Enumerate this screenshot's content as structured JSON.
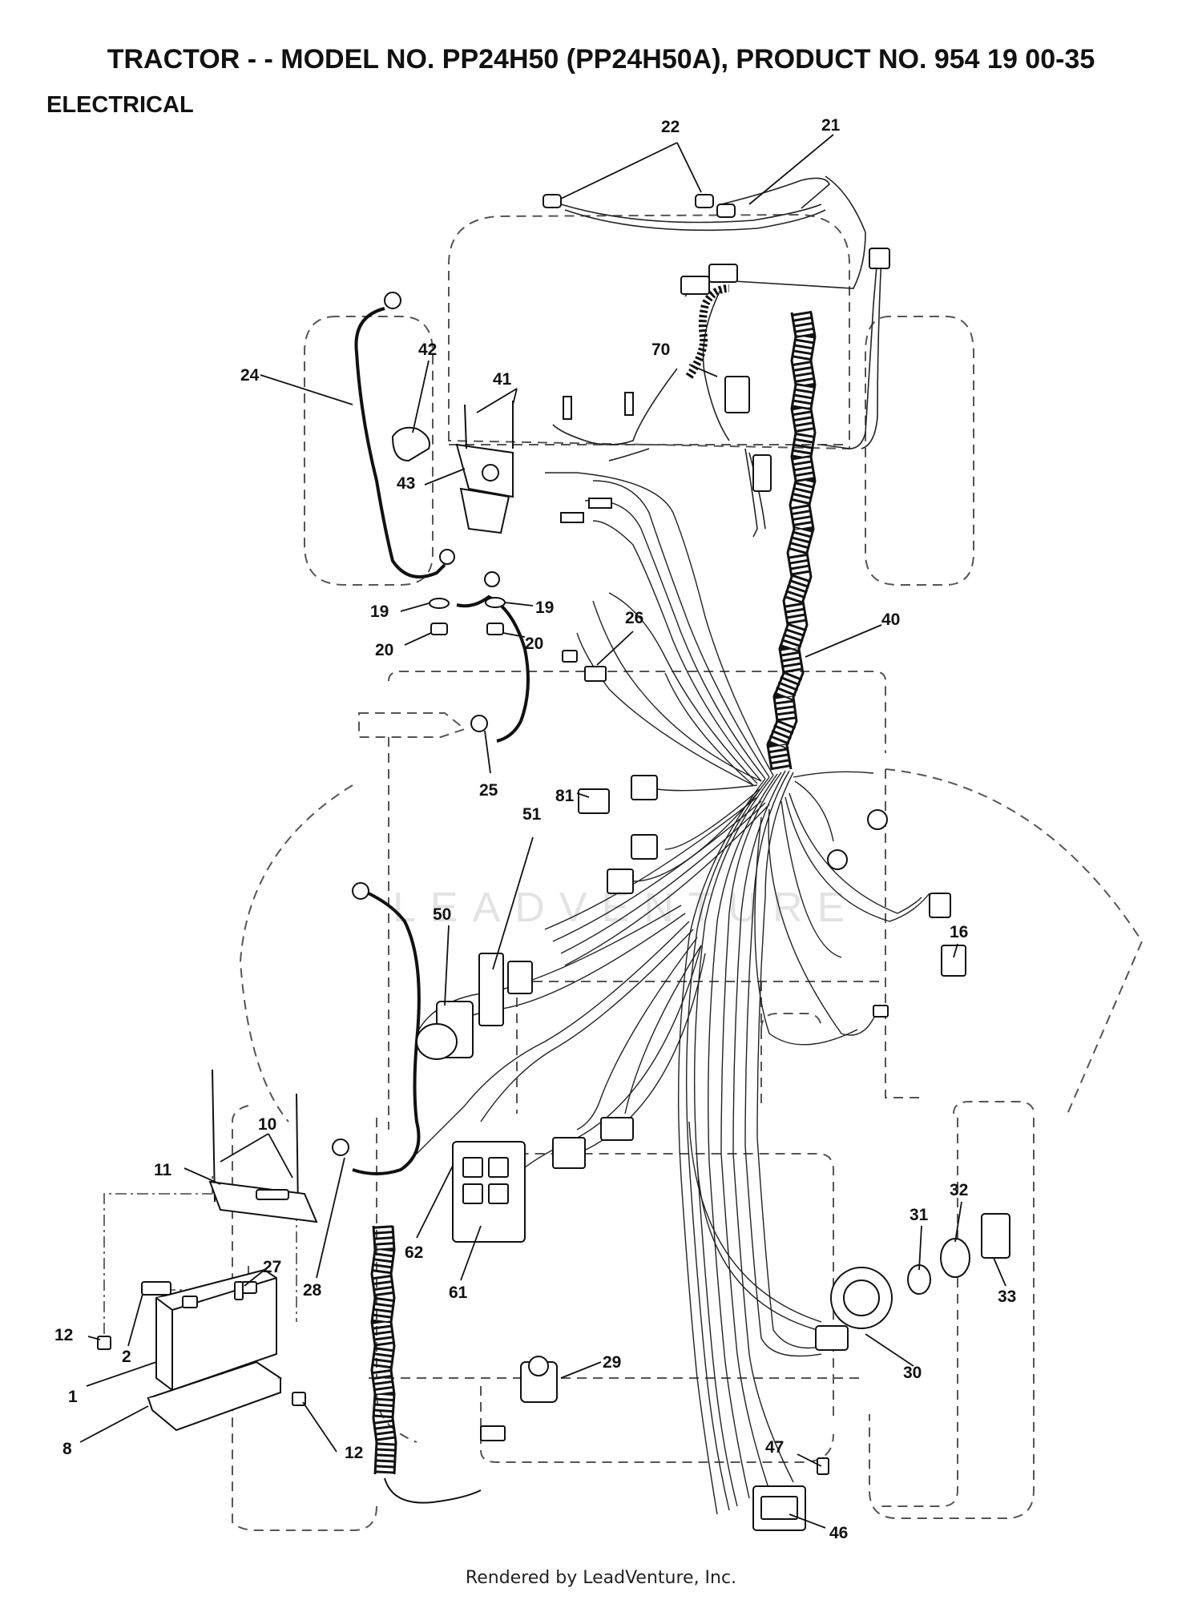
{
  "header": {
    "title": "TRACTOR - - MODEL NO. PP24H50 (PP24H50A), PRODUCT NO. 954 19 00-35",
    "section": "ELECTRICAL"
  },
  "watermark": "LEADVENTURE",
  "footer": "Rendered by LeadVenture, Inc.",
  "colors": {
    "ink": "#111111",
    "outline": "#555555",
    "watermark": "#e3e3e3"
  },
  "callouts": [
    {
      "id": "c22",
      "label": "22"
    },
    {
      "id": "c21",
      "label": "21"
    },
    {
      "id": "c24",
      "label": "24"
    },
    {
      "id": "c42",
      "label": "42"
    },
    {
      "id": "c41",
      "label": "41"
    },
    {
      "id": "c43",
      "label": "43"
    },
    {
      "id": "c70",
      "label": "70"
    },
    {
      "id": "c40",
      "label": "40"
    },
    {
      "id": "c19a",
      "label": "19"
    },
    {
      "id": "c19b",
      "label": "19"
    },
    {
      "id": "c20a",
      "label": "20"
    },
    {
      "id": "c20b",
      "label": "20"
    },
    {
      "id": "c26",
      "label": "26"
    },
    {
      "id": "c25",
      "label": "25"
    },
    {
      "id": "c81",
      "label": "81"
    },
    {
      "id": "c51",
      "label": "51"
    },
    {
      "id": "c50",
      "label": "50"
    },
    {
      "id": "c16",
      "label": "16"
    },
    {
      "id": "c10",
      "label": "10"
    },
    {
      "id": "c11",
      "label": "11"
    },
    {
      "id": "c28",
      "label": "28"
    },
    {
      "id": "c62",
      "label": "62"
    },
    {
      "id": "c61",
      "label": "61"
    },
    {
      "id": "c27",
      "label": "27"
    },
    {
      "id": "c31",
      "label": "31"
    },
    {
      "id": "c32",
      "label": "32"
    },
    {
      "id": "c33",
      "label": "33"
    },
    {
      "id": "c12a",
      "label": "12"
    },
    {
      "id": "c2",
      "label": "2"
    },
    {
      "id": "c1",
      "label": "1"
    },
    {
      "id": "c29",
      "label": "29"
    },
    {
      "id": "c30",
      "label": "30"
    },
    {
      "id": "c8",
      "label": "8"
    },
    {
      "id": "c12b",
      "label": "12"
    },
    {
      "id": "c47",
      "label": "47"
    },
    {
      "id": "c46",
      "label": "46"
    }
  ]
}
